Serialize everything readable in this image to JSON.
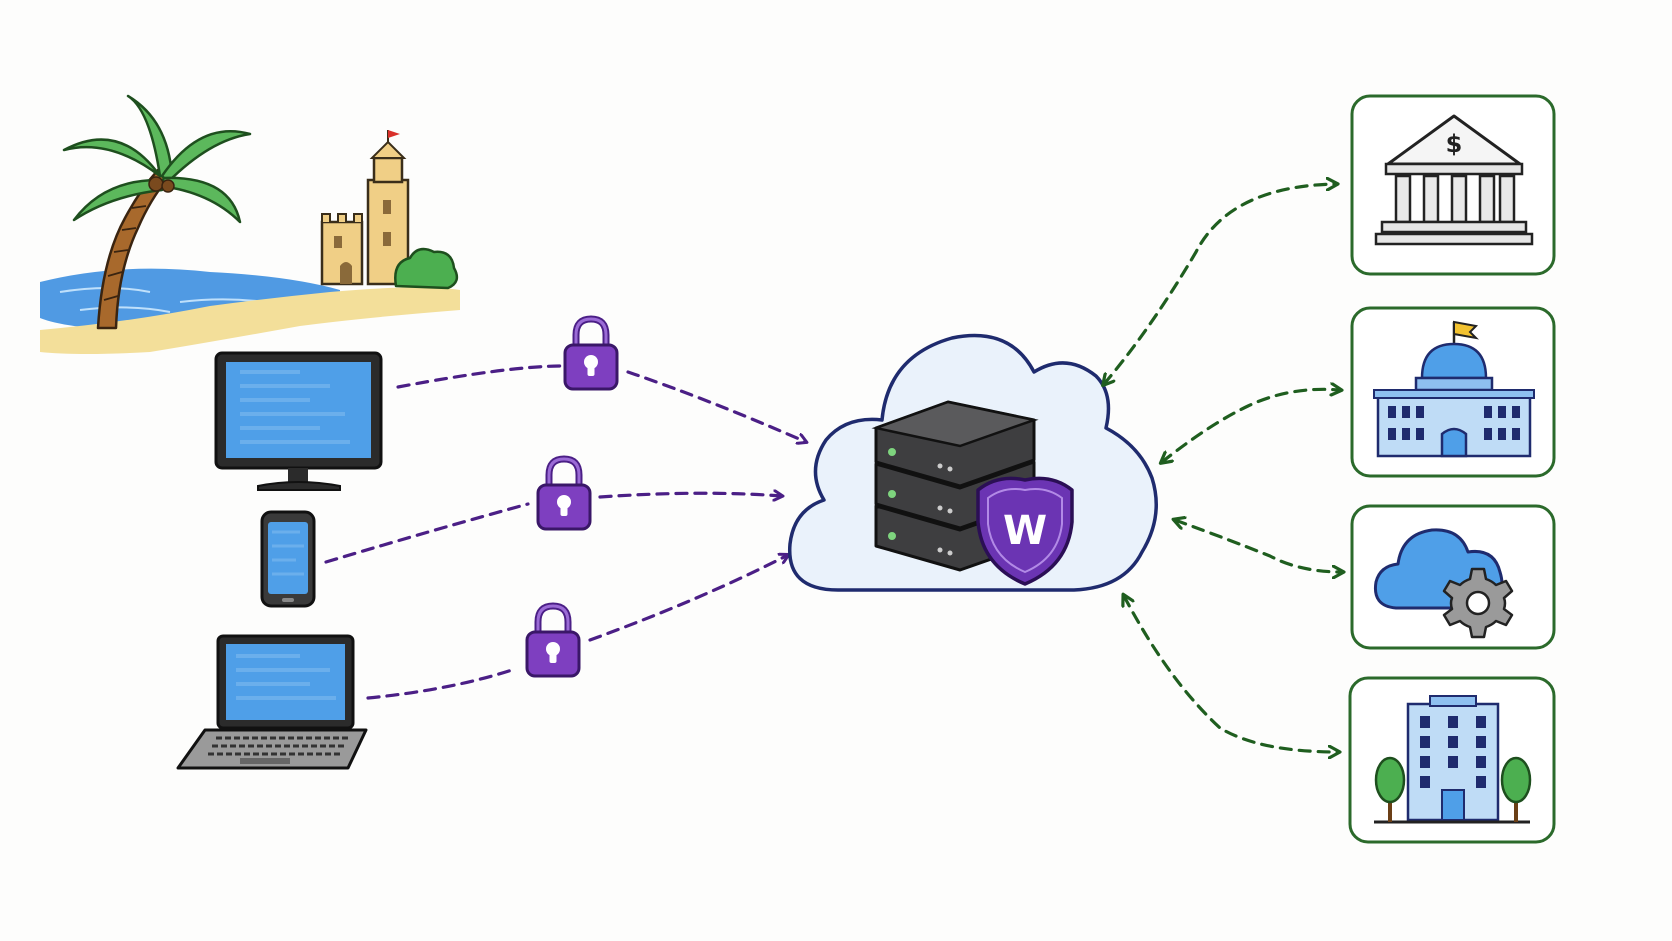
{
  "colors": {
    "background": "#fdfdfc",
    "secure_link": "#4b1f86",
    "lock": "#7e3fc0",
    "integration_link": "#1f5e1f",
    "service_box_border": "#2b6a2b",
    "cloud_border": "#1f2b6e",
    "cloud_fill": "#eaf2fb",
    "server": "#3e3e40",
    "shield": "#6b34b3",
    "screen": "#4f9fe8",
    "ocean": "#3d8fe0",
    "sand": "#f3df9a",
    "palm_leaf": "#5cb85c",
    "palm_trunk": "#a8692c"
  },
  "shield": {
    "letter": "W"
  },
  "bank": {
    "symbol": "$"
  },
  "remote_location": {
    "icons": [
      "palm-tree-icon",
      "beach-icon",
      "castle-tower-icon",
      "bush-icon"
    ]
  },
  "devices": [
    {
      "id": "desktop",
      "icon": "desktop-monitor-icon"
    },
    {
      "id": "phone",
      "icon": "smartphone-icon"
    },
    {
      "id": "laptop",
      "icon": "laptop-icon"
    }
  ],
  "services": [
    {
      "id": "bank",
      "icon": "bank-icon"
    },
    {
      "id": "government",
      "icon": "capitol-building-icon"
    },
    {
      "id": "cloud-service",
      "icon": "cloud-gear-icon"
    },
    {
      "id": "office",
      "icon": "office-building-icon"
    }
  ]
}
